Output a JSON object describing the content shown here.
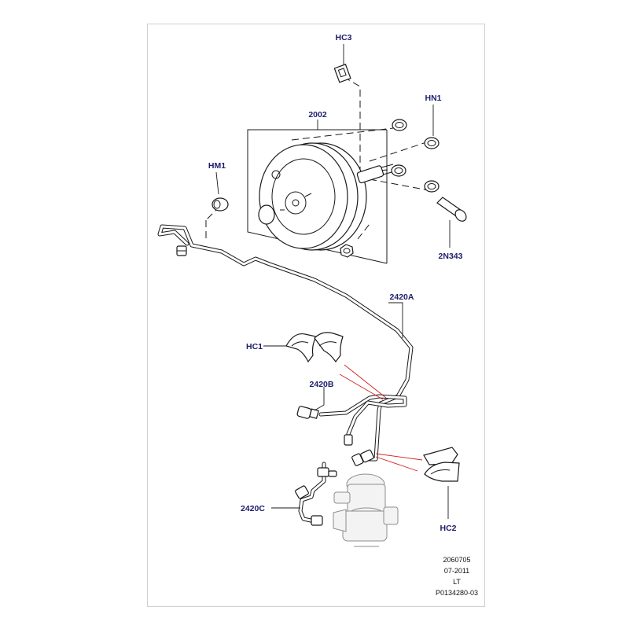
{
  "callouts": {
    "hc3": "HC3",
    "hn1": "HN1",
    "p2002": "2002",
    "hm1": "HM1",
    "p2n343": "2N343",
    "p2420a": "2420A",
    "hc1": "HC1",
    "p2420b": "2420B",
    "p2420c": "2420C",
    "hc2": "HC2"
  },
  "reference_block": {
    "line1": "2060705",
    "line2": "07-2011",
    "line3": "LT",
    "line4": "P0134280-03"
  }
}
